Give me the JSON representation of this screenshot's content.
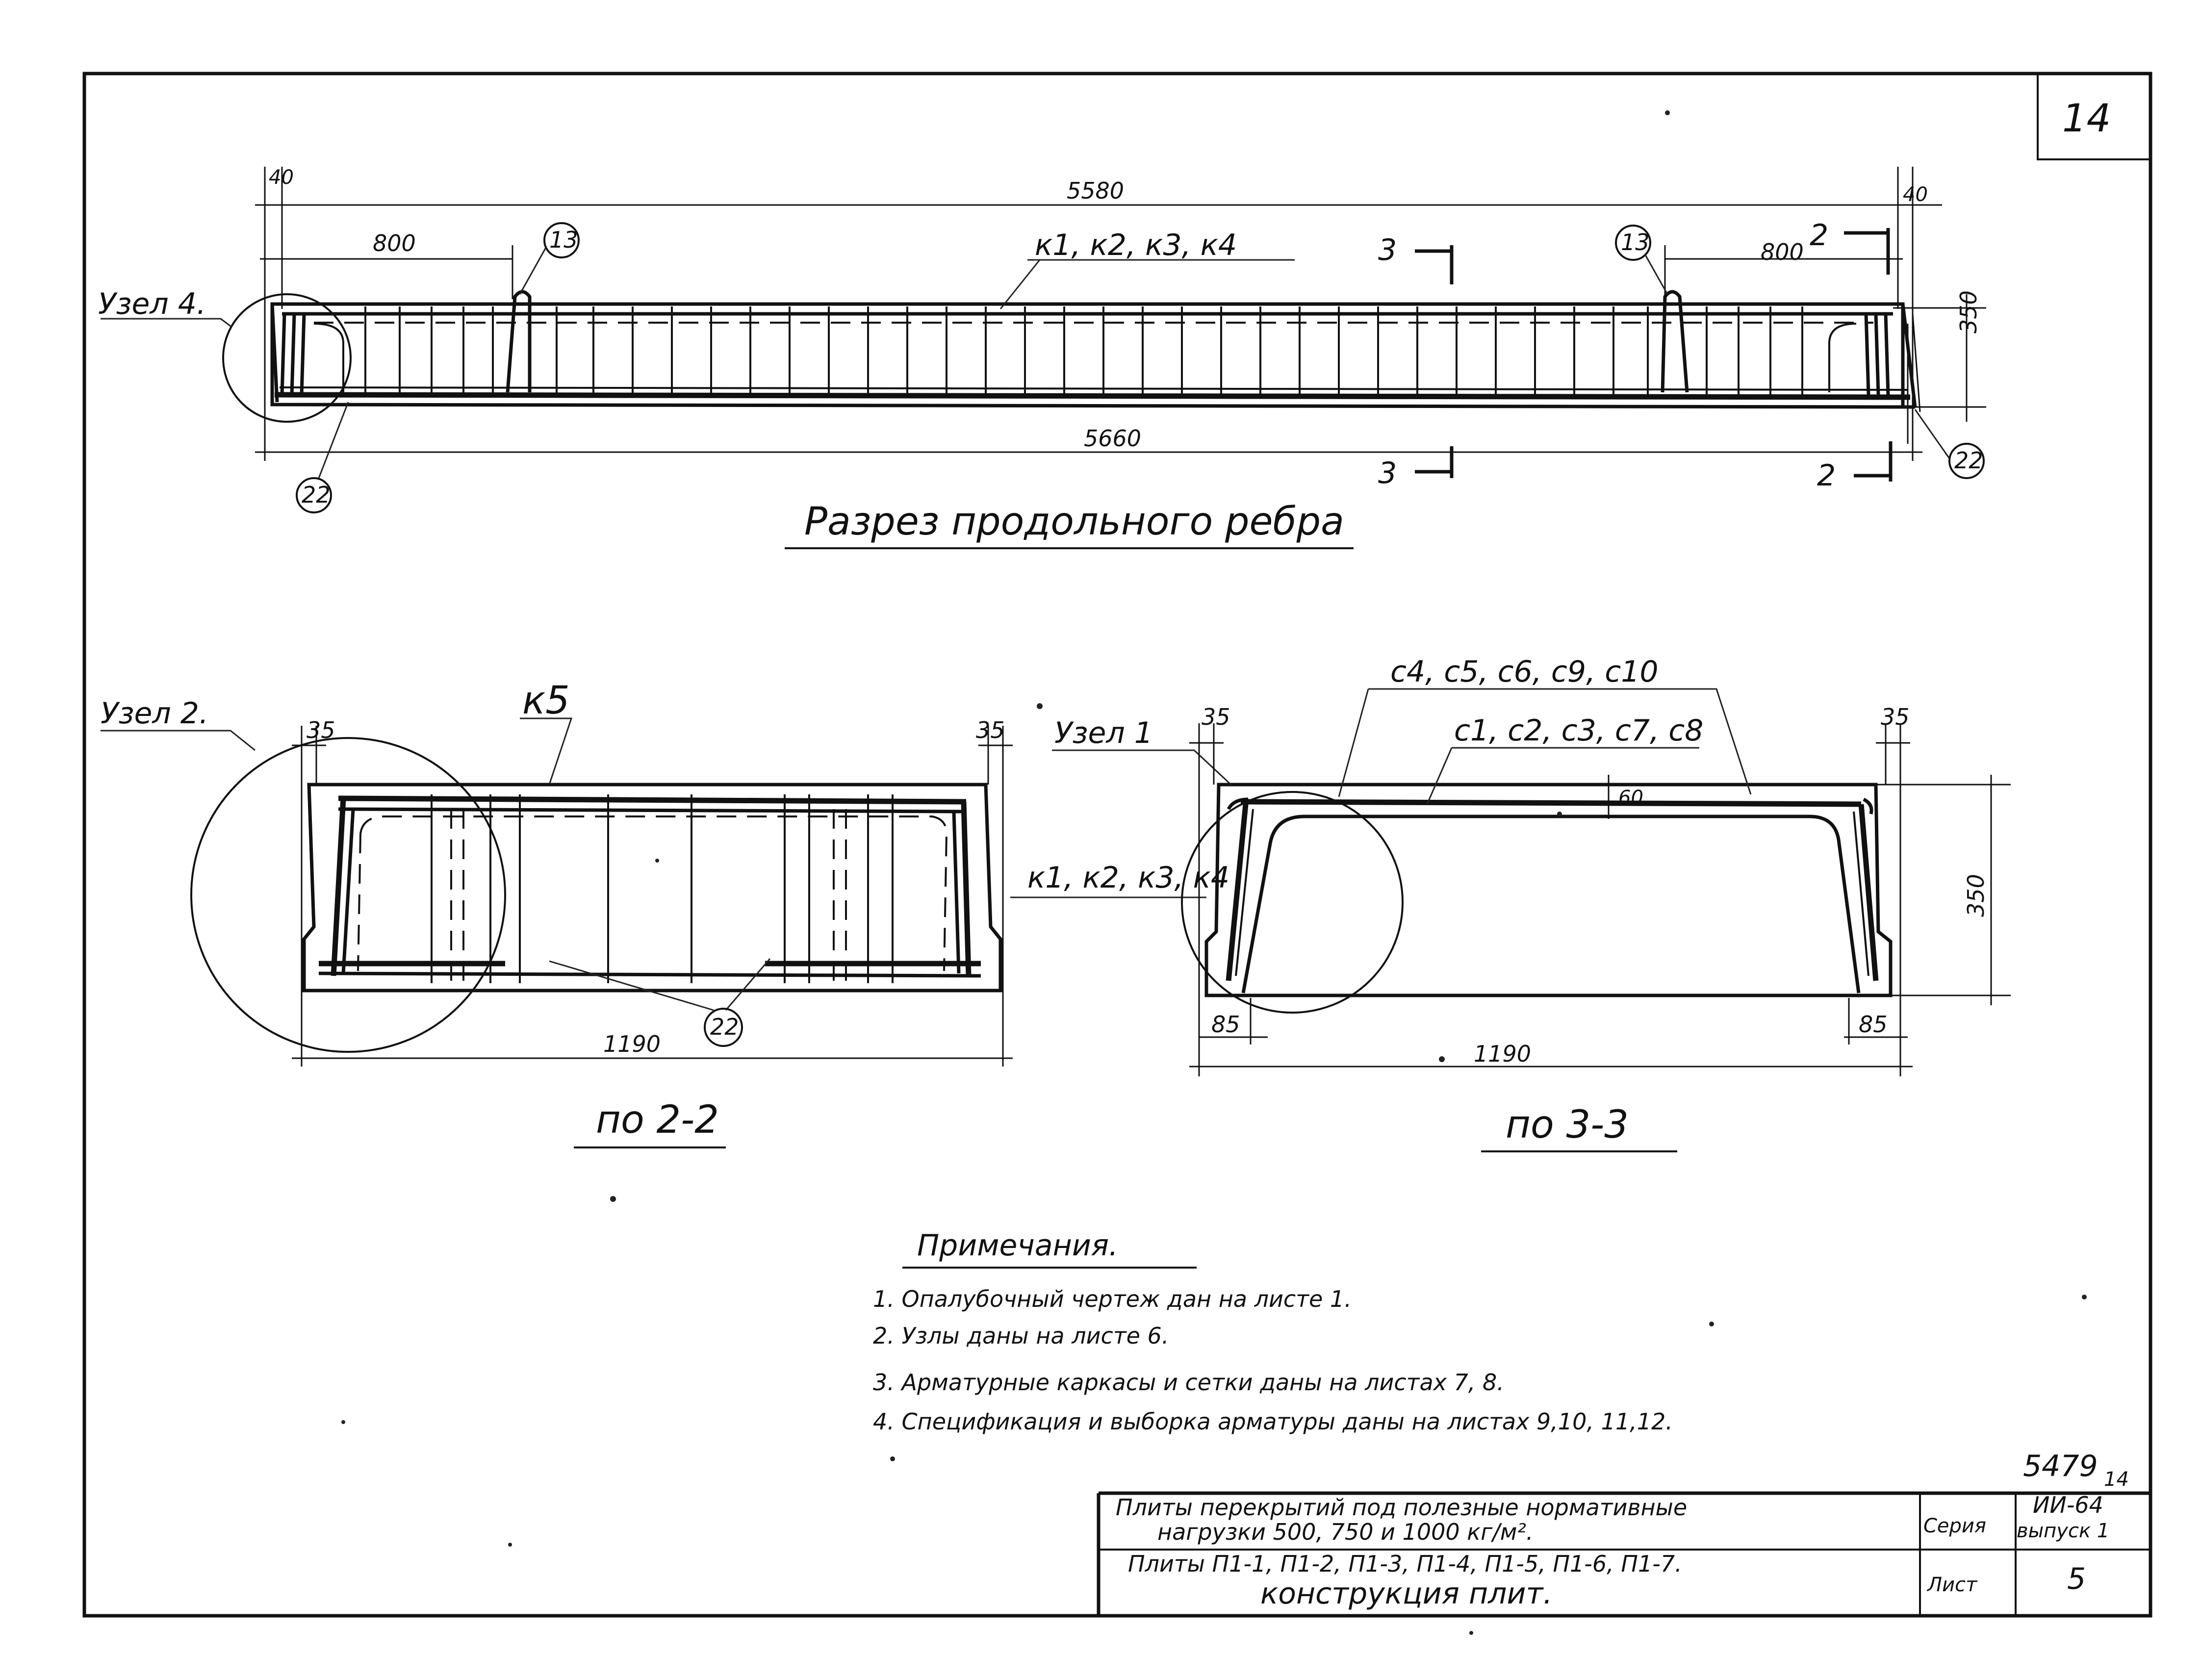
{
  "sheet_number_corner": "14",
  "longitudinal": {
    "dim_end_left": "40",
    "dim_end_right": "40",
    "dim_top_total": "5580",
    "dim_left_800": "800",
    "dim_right_800": "800",
    "callout_13": "13",
    "frames_label": "к1, к2, к3, к4",
    "section_3": "3",
    "section_2": "2",
    "height_350": "350",
    "dim_bottom_total": "5660",
    "callout_22": "22",
    "node_4": "Узел 4.",
    "title": "Разрез продольного ребра"
  },
  "section_22": {
    "node_2": "Узел 2.",
    "dim_35_left": "35",
    "dim_35_right": "35",
    "frame_k5": "к5",
    "frames_label": "к1, к2, к3, к4",
    "callout_22": "22",
    "width_1190": "1190",
    "title": "по 2-2"
  },
  "section_33": {
    "node_1": "Узел 1",
    "dim_35_left": "35",
    "dim_35_right": "35",
    "mesh_top": "с4, с5, с6, с9, с10",
    "mesh_bottom": "с1, с2, с3, с7, с8",
    "dim_60": "60",
    "height_350": "350",
    "dim_85_left": "85",
    "dim_85_right": "85",
    "width_1190": "1190",
    "title": "по 3-3"
  },
  "notes": {
    "heading": "Примечания.",
    "items": [
      "1. Опалубочный чертеж дан на листе 1.",
      "2. Узлы даны на листе 6.",
      "3. Арматурные каркасы и сетки даны на листах 7, 8.",
      "4. Спецификация и выборка арматуры даны на листах 9,10, 11,12."
    ]
  },
  "stamp": {
    "drawing_number": "5479",
    "drawing_number_sub": "14",
    "row1_line1": "Плиты перекрытий под полезные нормативные",
    "row1_line2": "нагрузки 500, 750 и 1000 кг/м².",
    "row2_line1": "Плиты П1-1, П1-2, П1-3, П1-4, П1-5, П1-6, П1-7.",
    "row2_line2": "конструкция плит.",
    "series_label": "Серия",
    "series_value": "ИИ-64",
    "issue_value": "выпуск 1",
    "sheet_label": "Лист",
    "sheet_value": "5"
  }
}
